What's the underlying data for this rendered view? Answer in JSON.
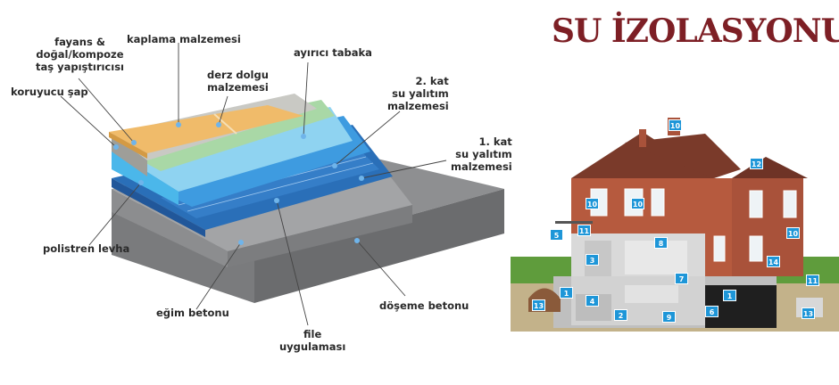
{
  "title": "SU İZOLASYONU",
  "layer_labels": {
    "fayans": [
      "fayans &",
      "doğal/kompoze",
      "taş yapıştırıcısı"
    ],
    "kaplama": "kaplama malzemesi",
    "ayirici": "ayırıcı tabaka",
    "derz": [
      "derz dolgu",
      "malzemesi"
    ],
    "koruyucu": "koruyucu şap",
    "kat2": [
      "2. kat",
      "su yalıtım",
      "malzemesi"
    ],
    "kat1": [
      "1. kat",
      "su yalıtım",
      "malzemesi"
    ],
    "polistren": "polistren levha",
    "egim": "eğim betonu",
    "doseme": "döşeme betonu",
    "file": [
      "file",
      "uygulaması"
    ]
  },
  "house_markers": [
    "10",
    "12",
    "10",
    "10",
    "10",
    "5",
    "11",
    "8",
    "3",
    "14",
    "7",
    "1",
    "4",
    "2",
    "9",
    "1",
    "6",
    "13",
    "11",
    "13"
  ],
  "colors": {
    "title": "#7d1f25",
    "marker": "#1e96d8",
    "brick": "#b65a3e"
  }
}
